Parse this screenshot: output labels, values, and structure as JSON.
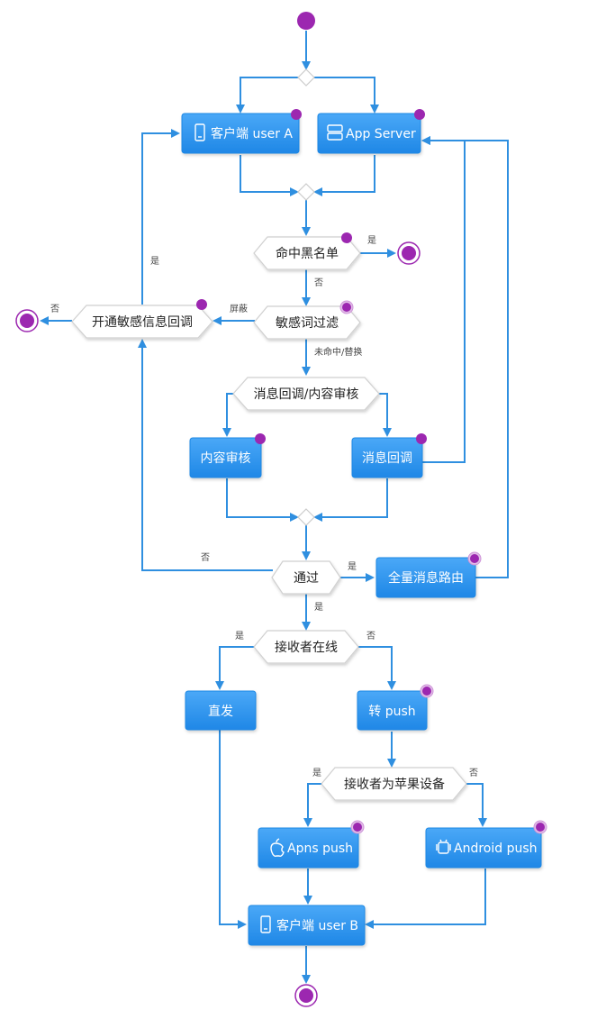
{
  "nodes": {
    "client_a": "客户端 user A",
    "app_server": "App Server",
    "blacklist": "命中黑名单",
    "sensitive_filter": "敏感词过滤",
    "sensitive_callback": "开通敏感信息回调",
    "callback_or_audit": "消息回调/内容审核",
    "content_audit": "内容审核",
    "message_callback": "消息回调",
    "pass": "通过",
    "full_routing": "全量消息路由",
    "receiver_online": "接收者在线",
    "direct": "直发",
    "to_push": "转 push",
    "receiver_apple": "接收者为苹果设备",
    "apns_push": "Apns push",
    "android_push": "Android push",
    "client_b": "客户端 user B"
  },
  "edge_labels": {
    "yes_feedback": "是",
    "blacklist_yes": "是",
    "blacklist_no": "否",
    "sensitive_no": "否",
    "shield": "屏蔽",
    "not_hit_replace": "未命中/替换",
    "pass_no": "否",
    "pass_yes": "是",
    "pass_down_yes": "是",
    "online_yes": "是",
    "online_no": "否",
    "apple_yes": "是",
    "apple_no": "否"
  },
  "icons": {
    "client_a": "phone-icon",
    "app_server": "server-icon",
    "apns_push": "apple-icon",
    "android_push": "android-icon",
    "client_b": "phone-icon"
  },
  "colors": {
    "box_top": "#42a5f5",
    "box_bottom": "#1e88e5",
    "line": "#2f8fe0",
    "dot": "#9c27b0"
  }
}
